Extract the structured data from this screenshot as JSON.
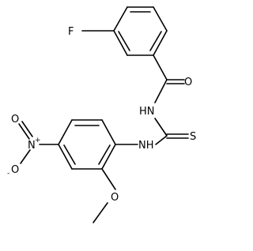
{
  "molecule": {
    "atoms": {
      "fluorine": "F",
      "carbonyl_oxygen": "O",
      "amide_nh": "HN",
      "sulfur": "S",
      "aryl_nh": "NH",
      "nitro_nitrogen": "N",
      "nitro_charge_plus": "+",
      "nitro_oxygen_double": "O",
      "nitro_oxygen_single": "O",
      "nitro_charge_minus": "-",
      "methoxy_oxygen": "O"
    },
    "colors": {
      "bond": "#000000",
      "label": "#000000",
      "background": "#ffffff"
    }
  }
}
